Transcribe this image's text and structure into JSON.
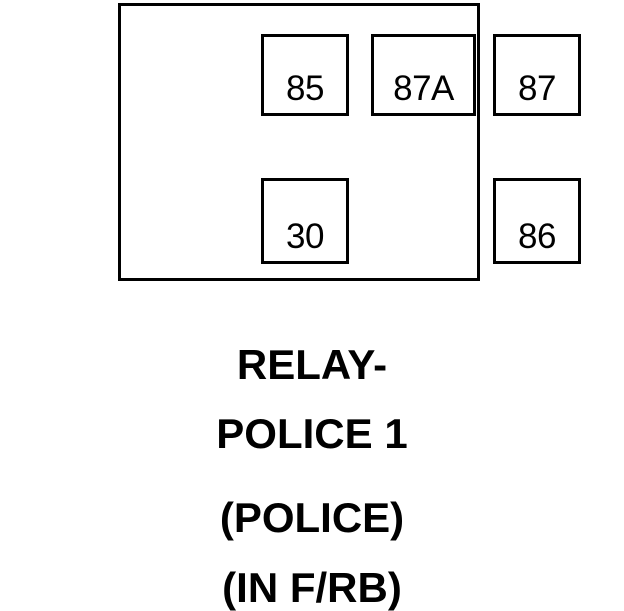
{
  "diagram": {
    "type": "relay-pinout",
    "body": {
      "name": "relay-body",
      "border_color": "#000000",
      "fill_color": "#ffffff"
    },
    "pins": [
      {
        "id": "85",
        "label": "85",
        "row": "top",
        "position": "left"
      },
      {
        "id": "87A",
        "label": "87A",
        "row": "top",
        "position": "center"
      },
      {
        "id": "87",
        "label": "87",
        "row": "top",
        "position": "right"
      },
      {
        "id": "30",
        "label": "30",
        "row": "bottom",
        "position": "left"
      },
      {
        "id": "86",
        "label": "86",
        "row": "bottom",
        "position": "right"
      }
    ]
  },
  "caption": {
    "line1": "RELAY-",
    "line2": "POLICE 1",
    "line3": "(POLICE)",
    "line4": "(IN F/RB)"
  }
}
